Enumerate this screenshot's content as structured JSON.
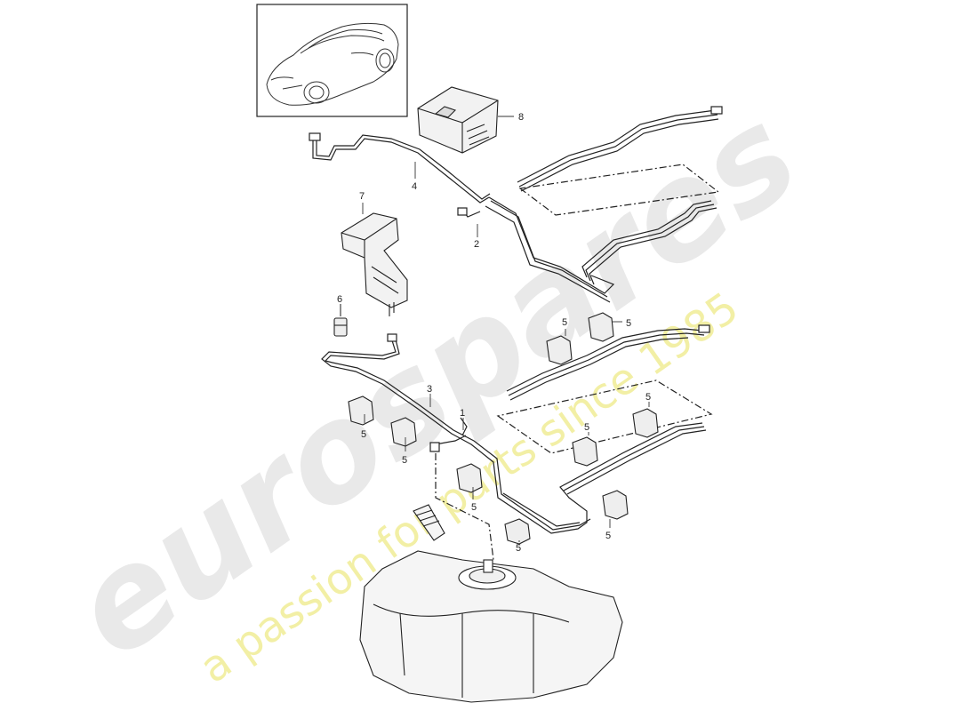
{
  "watermark": {
    "brand": "eurospares",
    "tagline": "a passion for parts since 1985",
    "brand_color": "#e6e6e6",
    "tagline_color": "#f1ee9c"
  },
  "inset": {
    "icon": "car-icon"
  },
  "callouts": [
    {
      "id": "p8",
      "text": "8"
    },
    {
      "id": "p4",
      "text": "4"
    },
    {
      "id": "p7",
      "text": "7"
    },
    {
      "id": "p2",
      "text": "2"
    },
    {
      "id": "p6",
      "text": "6"
    },
    {
      "id": "p3",
      "text": "3"
    },
    {
      "id": "p1",
      "text": "1"
    },
    {
      "id": "p5a",
      "text": "5"
    },
    {
      "id": "p5b",
      "text": "5"
    },
    {
      "id": "p5c",
      "text": "5"
    },
    {
      "id": "p5d",
      "text": "5"
    },
    {
      "id": "p5e",
      "text": "5"
    },
    {
      "id": "p5f",
      "text": "5"
    },
    {
      "id": "p5g",
      "text": "5"
    },
    {
      "id": "p5h",
      "text": "5"
    },
    {
      "id": "p5i",
      "text": "5"
    }
  ],
  "colors": {
    "line": "#1a1a1a",
    "tank_fill": "#f5f5f5"
  }
}
